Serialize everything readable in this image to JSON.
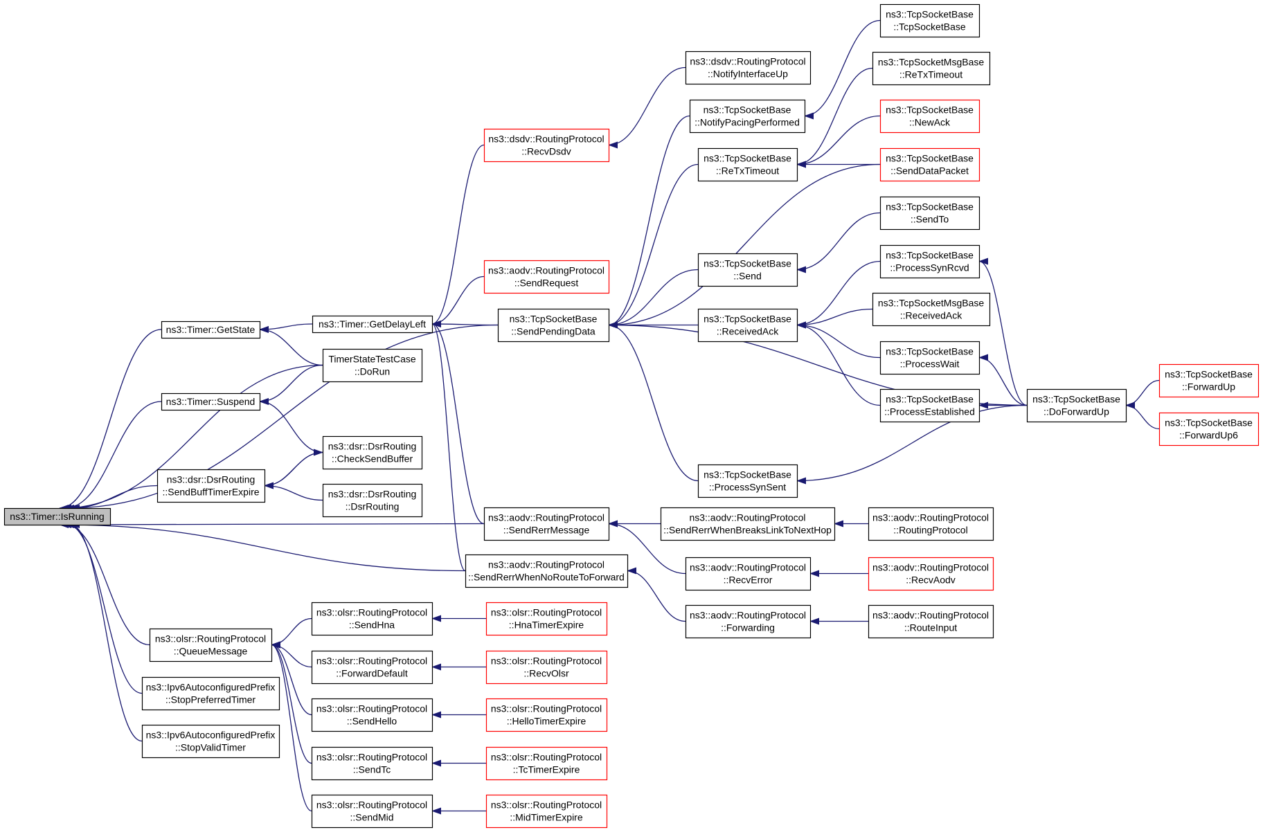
{
  "colors": {
    "edge": "#191970",
    "border_normal": "#000000",
    "border_truncated": "#ff0000",
    "fill_focus": "#bfbfbf",
    "fill_normal": "#ffffff"
  },
  "nodes": [
    {
      "id": "isRunning",
      "lines": [
        "ns3::Timer::IsRunning"
      ],
      "style": "focus"
    },
    {
      "id": "getState",
      "lines": [
        "ns3::Timer::GetState"
      ],
      "style": "normal"
    },
    {
      "id": "suspend",
      "lines": [
        "ns3::Timer::Suspend"
      ],
      "style": "normal"
    },
    {
      "id": "sendBuffTimerExpire",
      "lines": [
        "ns3::dsr::DsrRouting",
        "::SendBuffTimerExpire"
      ],
      "style": "normal"
    },
    {
      "id": "queueMessage",
      "lines": [
        "ns3::olsr::RoutingProtocol",
        "::QueueMessage"
      ],
      "style": "normal"
    },
    {
      "id": "stopPreferredTimer",
      "lines": [
        "ns3::Ipv6AutoconfiguredPrefix",
        "::StopPreferredTimer"
      ],
      "style": "normal"
    },
    {
      "id": "stopValidTimer",
      "lines": [
        "ns3::Ipv6AutoconfiguredPrefix",
        "::StopValidTimer"
      ],
      "style": "normal"
    },
    {
      "id": "getDelayLeft",
      "lines": [
        "ns3::Timer::GetDelayLeft"
      ],
      "style": "normal"
    },
    {
      "id": "timerStateDoRun",
      "lines": [
        "TimerStateTestCase",
        "::DoRun"
      ],
      "style": "normal"
    },
    {
      "id": "checkSendBuffer",
      "lines": [
        "ns3::dsr::DsrRouting",
        "::CheckSendBuffer"
      ],
      "style": "normal"
    },
    {
      "id": "dsrRouting",
      "lines": [
        "ns3::dsr::DsrRouting",
        "::DsrRouting"
      ],
      "style": "normal"
    },
    {
      "id": "olsrSendHna",
      "lines": [
        "ns3::olsr::RoutingProtocol",
        "::SendHna"
      ],
      "style": "normal"
    },
    {
      "id": "olsrForwardDefault",
      "lines": [
        "ns3::olsr::RoutingProtocol",
        "::ForwardDefault"
      ],
      "style": "normal"
    },
    {
      "id": "olsrSendHello",
      "lines": [
        "ns3::olsr::RoutingProtocol",
        "::SendHello"
      ],
      "style": "normal"
    },
    {
      "id": "olsrSendTc",
      "lines": [
        "ns3::olsr::RoutingProtocol",
        "::SendTc"
      ],
      "style": "normal"
    },
    {
      "id": "olsrSendMid",
      "lines": [
        "ns3::olsr::RoutingProtocol",
        "::SendMid"
      ],
      "style": "normal"
    },
    {
      "id": "dsdvRecvDsdv",
      "lines": [
        "ns3::dsdv::RoutingProtocol",
        "::RecvDsdv"
      ],
      "style": "truncated"
    },
    {
      "id": "aodvSendRequest",
      "lines": [
        "ns3::aodv::RoutingProtocol",
        "::SendRequest"
      ],
      "style": "truncated"
    },
    {
      "id": "tcpSendPendingData",
      "lines": [
        "ns3::TcpSocketBase",
        "::SendPendingData"
      ],
      "style": "normal"
    },
    {
      "id": "aodvSendRerrMessage",
      "lines": [
        "ns3::aodv::RoutingProtocol",
        "::SendRerrMessage"
      ],
      "style": "normal"
    },
    {
      "id": "aodvSendRerrNoRoute",
      "lines": [
        "ns3::aodv::RoutingProtocol",
        "::SendRerrWhenNoRouteToForward"
      ],
      "style": "normal"
    },
    {
      "id": "olsrHnaTimerExpire",
      "lines": [
        "ns3::olsr::RoutingProtocol",
        "::HnaTimerExpire"
      ],
      "style": "truncated"
    },
    {
      "id": "olsrRecvOlsr",
      "lines": [
        "ns3::olsr::RoutingProtocol",
        "::RecvOlsr"
      ],
      "style": "truncated"
    },
    {
      "id": "olsrHelloTimerExpire",
      "lines": [
        "ns3::olsr::RoutingProtocol",
        "::HelloTimerExpire"
      ],
      "style": "truncated"
    },
    {
      "id": "olsrTcTimerExpire",
      "lines": [
        "ns3::olsr::RoutingProtocol",
        "::TcTimerExpire"
      ],
      "style": "truncated"
    },
    {
      "id": "olsrMidTimerExpire",
      "lines": [
        "ns3::olsr::RoutingProtocol",
        "::MidTimerExpire"
      ],
      "style": "truncated"
    },
    {
      "id": "dsdvNotifyInterfaceUp",
      "lines": [
        "ns3::dsdv::RoutingProtocol",
        "::NotifyInterfaceUp"
      ],
      "style": "normal"
    },
    {
      "id": "tcpNotifyPacingPerformed",
      "lines": [
        "ns3::TcpSocketBase",
        "::NotifyPacingPerformed"
      ],
      "style": "normal"
    },
    {
      "id": "tcpReTxTimeout",
      "lines": [
        "ns3::TcpSocketBase",
        "::ReTxTimeout"
      ],
      "style": "normal"
    },
    {
      "id": "tcpSend",
      "lines": [
        "ns3::TcpSocketBase",
        "::Send"
      ],
      "style": "normal"
    },
    {
      "id": "tcpReceivedAck",
      "lines": [
        "ns3::TcpSocketBase",
        "::ReceivedAck"
      ],
      "style": "normal"
    },
    {
      "id": "tcpProcessSynSent",
      "lines": [
        "ns3::TcpSocketBase",
        "::ProcessSynSent"
      ],
      "style": "normal"
    },
    {
      "id": "aodvSendRerrBreaks",
      "lines": [
        "ns3::aodv::RoutingProtocol",
        "::SendRerrWhenBreaksLinkToNextHop"
      ],
      "style": "normal"
    },
    {
      "id": "aodvRecvError",
      "lines": [
        "ns3::aodv::RoutingProtocol",
        "::RecvError"
      ],
      "style": "normal"
    },
    {
      "id": "aodvForwarding",
      "lines": [
        "ns3::aodv::RoutingProtocol",
        "::Forwarding"
      ],
      "style": "normal"
    },
    {
      "id": "tcpCtor",
      "lines": [
        "ns3::TcpSocketBase",
        "::TcpSocketBase"
      ],
      "style": "normal"
    },
    {
      "id": "tcpMsgReTxTimeout",
      "lines": [
        "ns3::TcpSocketMsgBase",
        "::ReTxTimeout"
      ],
      "style": "normal"
    },
    {
      "id": "tcpNewAck",
      "lines": [
        "ns3::TcpSocketBase",
        "::NewAck"
      ],
      "style": "truncated"
    },
    {
      "id": "tcpSendDataPacket",
      "lines": [
        "ns3::TcpSocketBase",
        "::SendDataPacket"
      ],
      "style": "truncated"
    },
    {
      "id": "tcpSendTo",
      "lines": [
        "ns3::TcpSocketBase",
        "::SendTo"
      ],
      "style": "normal"
    },
    {
      "id": "tcpProcessSynRcvd",
      "lines": [
        "ns3::TcpSocketBase",
        "::ProcessSynRcvd"
      ],
      "style": "normal"
    },
    {
      "id": "tcpMsgReceivedAck",
      "lines": [
        "ns3::TcpSocketMsgBase",
        "::ReceivedAck"
      ],
      "style": "normal"
    },
    {
      "id": "tcpProcessWait",
      "lines": [
        "ns3::TcpSocketBase",
        "::ProcessWait"
      ],
      "style": "normal"
    },
    {
      "id": "tcpProcessEstablished",
      "lines": [
        "ns3::TcpSocketBase",
        "::ProcessEstablished"
      ],
      "style": "normal"
    },
    {
      "id": "aodvRoutingProtocolCtor",
      "lines": [
        "ns3::aodv::RoutingProtocol",
        "::RoutingProtocol"
      ],
      "style": "normal"
    },
    {
      "id": "aodvRecvAodv",
      "lines": [
        "ns3::aodv::RoutingProtocol",
        "::RecvAodv"
      ],
      "style": "truncated"
    },
    {
      "id": "aodvRouteInput",
      "lines": [
        "ns3::aodv::RoutingProtocol",
        "::RouteInput"
      ],
      "style": "normal"
    },
    {
      "id": "tcpDoForwardUp",
      "lines": [
        "ns3::TcpSocketBase",
        "::DoForwardUp"
      ],
      "style": "normal"
    },
    {
      "id": "tcpForwardUp",
      "lines": [
        "ns3::TcpSocketBase",
        "::ForwardUp"
      ],
      "style": "truncated"
    },
    {
      "id": "tcpForwardUp6",
      "lines": [
        "ns3::TcpSocketBase",
        "::ForwardUp6"
      ],
      "style": "truncated"
    }
  ],
  "edges": [
    {
      "from": "getState",
      "to": "isRunning"
    },
    {
      "from": "timerStateDoRun",
      "to": "isRunning"
    },
    {
      "from": "suspend",
      "to": "isRunning"
    },
    {
      "from": "tcpSendPendingData",
      "to": "isRunning"
    },
    {
      "from": "sendBuffTimerExpire",
      "to": "isRunning"
    },
    {
      "from": "aodvSendRerrMessage",
      "to": "isRunning"
    },
    {
      "from": "aodvSendRerrNoRoute",
      "to": "isRunning"
    },
    {
      "from": "queueMessage",
      "to": "isRunning"
    },
    {
      "from": "stopPreferredTimer",
      "to": "isRunning"
    },
    {
      "from": "stopValidTimer",
      "to": "isRunning"
    },
    {
      "from": "getDelayLeft",
      "to": "getState"
    },
    {
      "from": "timerStateDoRun",
      "to": "getState"
    },
    {
      "from": "timerStateDoRun",
      "to": "suspend"
    },
    {
      "from": "checkSendBuffer",
      "to": "suspend"
    },
    {
      "from": "checkSendBuffer",
      "to": "sendBuffTimerExpire"
    },
    {
      "from": "sendBuffTimerExpire",
      "to": "checkSendBuffer"
    },
    {
      "from": "dsrRouting",
      "to": "sendBuffTimerExpire"
    },
    {
      "from": "olsrSendHna",
      "to": "queueMessage"
    },
    {
      "from": "olsrForwardDefault",
      "to": "queueMessage"
    },
    {
      "from": "olsrSendHello",
      "to": "queueMessage"
    },
    {
      "from": "olsrSendTc",
      "to": "queueMessage"
    },
    {
      "from": "olsrSendMid",
      "to": "queueMessage"
    },
    {
      "from": "dsdvRecvDsdv",
      "to": "getDelayLeft"
    },
    {
      "from": "aodvSendRequest",
      "to": "getDelayLeft"
    },
    {
      "from": "tcpSendPendingData",
      "to": "getDelayLeft"
    },
    {
      "from": "aodvSendRerrMessage",
      "to": "getDelayLeft"
    },
    {
      "from": "aodvSendRerrNoRoute",
      "to": "getDelayLeft"
    },
    {
      "from": "dsdvNotifyInterfaceUp",
      "to": "dsdvRecvDsdv"
    },
    {
      "from": "tcpNotifyPacingPerformed",
      "to": "tcpSendPendingData"
    },
    {
      "from": "tcpReTxTimeout",
      "to": "tcpSendPendingData"
    },
    {
      "from": "tcpSendDataPacket",
      "to": "tcpSendPendingData"
    },
    {
      "from": "tcpSend",
      "to": "tcpSendPendingData"
    },
    {
      "from": "tcpReceivedAck",
      "to": "tcpSendPendingData"
    },
    {
      "from": "tcpProcessSynSent",
      "to": "tcpSendPendingData"
    },
    {
      "from": "tcpDoForwardUp",
      "to": "tcpSendPendingData"
    },
    {
      "from": "aodvSendRerrBreaks",
      "to": "aodvSendRerrMessage"
    },
    {
      "from": "aodvRecvError",
      "to": "aodvSendRerrMessage"
    },
    {
      "from": "aodvForwarding",
      "to": "aodvSendRerrNoRoute"
    },
    {
      "from": "olsrHnaTimerExpire",
      "to": "olsrSendHna"
    },
    {
      "from": "olsrRecvOlsr",
      "to": "olsrForwardDefault"
    },
    {
      "from": "olsrHelloTimerExpire",
      "to": "olsrSendHello"
    },
    {
      "from": "olsrTcTimerExpire",
      "to": "olsrSendTc"
    },
    {
      "from": "olsrMidTimerExpire",
      "to": "olsrSendMid"
    },
    {
      "from": "tcpCtor",
      "to": "tcpNotifyPacingPerformed"
    },
    {
      "from": "tcpMsgReTxTimeout",
      "to": "tcpReTxTimeout"
    },
    {
      "from": "tcpNewAck",
      "to": "tcpReTxTimeout"
    },
    {
      "from": "tcpSendDataPacket",
      "to": "tcpReTxTimeout"
    },
    {
      "from": "tcpSendTo",
      "to": "tcpSend"
    },
    {
      "from": "tcpProcessSynRcvd",
      "to": "tcpReceivedAck"
    },
    {
      "from": "tcpMsgReceivedAck",
      "to": "tcpReceivedAck"
    },
    {
      "from": "tcpProcessWait",
      "to": "tcpReceivedAck"
    },
    {
      "from": "tcpProcessEstablished",
      "to": "tcpReceivedAck"
    },
    {
      "from": "tcpDoForwardUp",
      "to": "tcpProcessSynSent"
    },
    {
      "from": "aodvRoutingProtocolCtor",
      "to": "aodvSendRerrBreaks"
    },
    {
      "from": "aodvRecvAodv",
      "to": "aodvRecvError"
    },
    {
      "from": "aodvRouteInput",
      "to": "aodvForwarding"
    },
    {
      "from": "tcpDoForwardUp",
      "to": "tcpProcessSynRcvd"
    },
    {
      "from": "tcpDoForwardUp",
      "to": "tcpProcessWait"
    },
    {
      "from": "tcpDoForwardUp",
      "to": "tcpProcessEstablished"
    },
    {
      "from": "tcpForwardUp",
      "to": "tcpDoForwardUp"
    },
    {
      "from": "tcpForwardUp6",
      "to": "tcpDoForwardUp"
    }
  ]
}
